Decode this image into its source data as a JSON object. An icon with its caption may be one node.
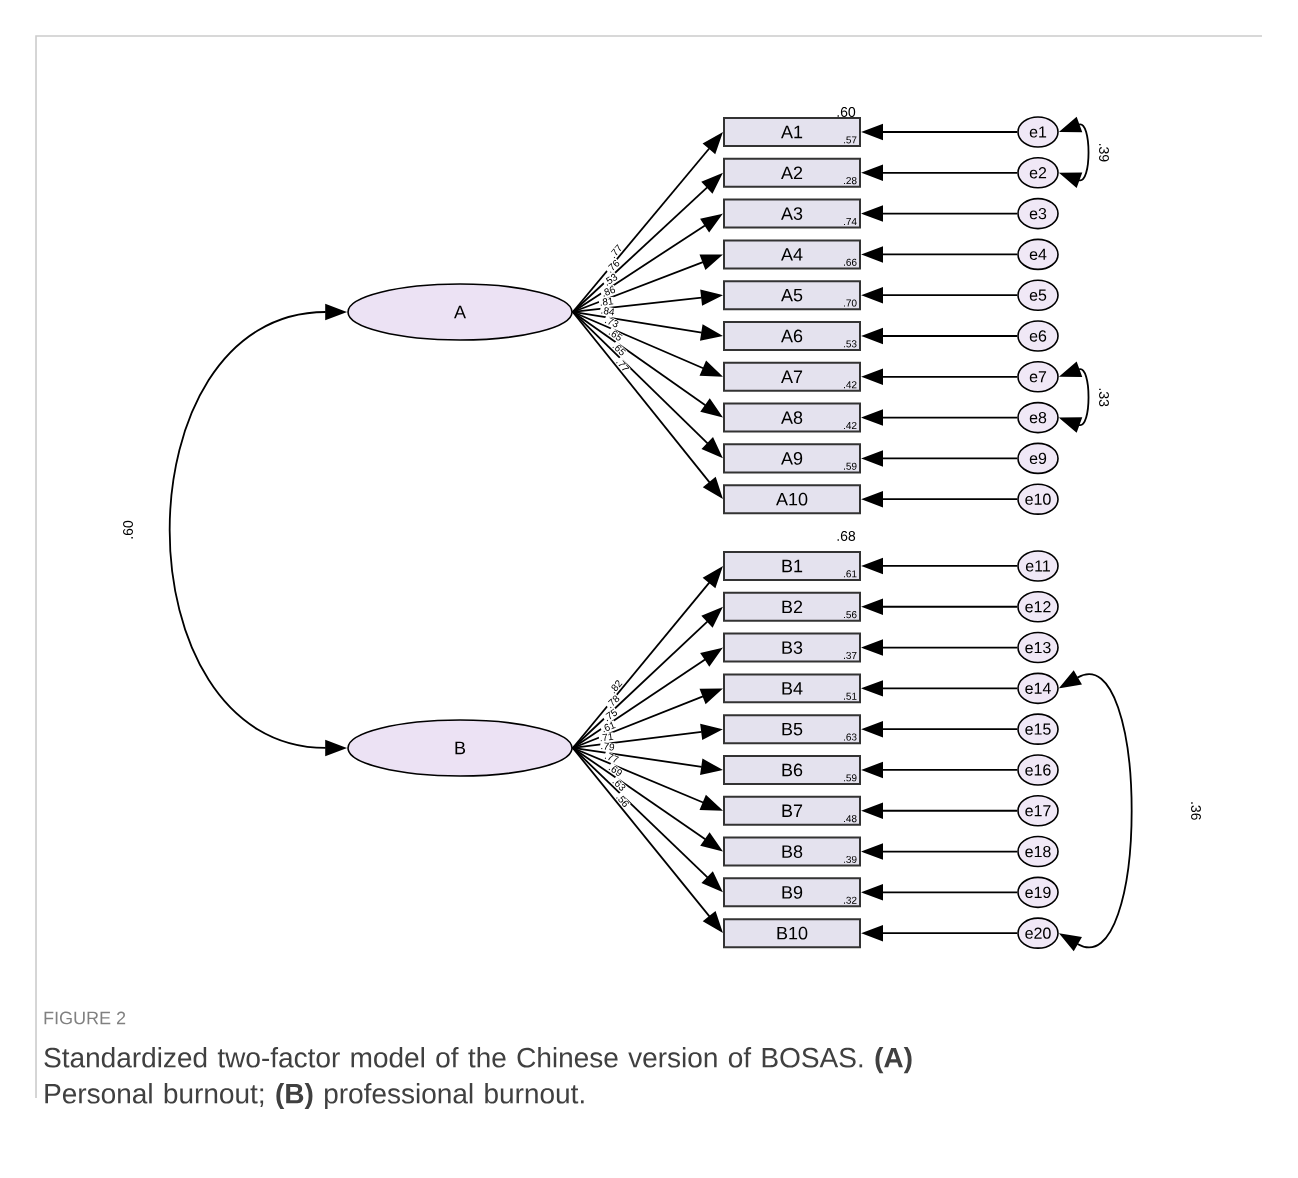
{
  "diagram": {
    "caption": "Standardized two-factor model of the Chinese version of BOSAS. **(A)** Personal burnout; **(B)** professional burnout.",
    "nodes": [
      {
        "text": [
          "A"
        ]
      },
      {
        "text": [
          "B"
        ]
      },
      {
        "text": [
          "A1",
          ".57"
        ]
      },
      {
        "text": [
          "A2",
          ".28"
        ]
      },
      {
        "text": [
          "A3",
          ".74"
        ]
      },
      {
        "text": [
          "A4",
          ".66"
        ]
      },
      {
        "text": [
          "A5",
          ".70"
        ]
      },
      {
        "text": [
          "A6",
          ".53"
        ]
      },
      {
        "text": [
          "A7",
          ".42"
        ]
      },
      {
        "text": [
          "A8",
          ".42"
        ]
      },
      {
        "text": [
          "A9",
          ".59"
        ]
      },
      {
        "text": [
          "A10"
        ]
      },
      {
        "text": [
          "B1",
          ".61"
        ]
      },
      {
        "text": [
          "B2",
          ".56"
        ]
      },
      {
        "text": [
          "B3",
          ".37"
        ]
      },
      {
        "text": [
          "B4",
          ".51"
        ]
      },
      {
        "text": [
          "B5",
          ".63"
        ]
      },
      {
        "text": [
          "B6",
          ".59"
        ]
      },
      {
        "text": [
          "B7",
          ".48"
        ]
      },
      {
        "text": [
          "B8",
          ".39"
        ]
      },
      {
        "text": [
          "B9",
          ".32"
        ]
      },
      {
        "text": [
          "B10"
        ]
      },
      {
        "text": [
          "e1"
        ]
      },
      {
        "text": [
          "e2"
        ]
      },
      {
        "text": [
          "e3"
        ]
      },
      {
        "text": [
          "e4"
        ]
      },
      {
        "text": [
          "e5"
        ]
      },
      {
        "text": [
          "e6"
        ]
      },
      {
        "text": [
          "e7"
        ]
      },
      {
        "text": [
          "e8"
        ]
      },
      {
        "text": [
          "e9"
        ]
      },
      {
        "text": [
          "e10"
        ]
      },
      {
        "text": [
          "e11"
        ]
      },
      {
        "text": [
          "e12"
        ]
      },
      {
        "text": [
          "e13"
        ]
      },
      {
        "text": [
          "e14"
        ]
      },
      {
        "text": [
          "e15"
        ]
      },
      {
        "text": [
          "e16"
        ]
      },
      {
        "text": [
          "e17"
        ]
      },
      {
        "text": [
          "e18"
        ]
      },
      {
        "text": [
          "e19"
        ]
      },
      {
        "text": [
          "e20"
        ]
      }
    ],
    "edges": [
      {
        "from": 0,
        "to": 2,
        "arrow": "to",
        "label": ".77"
      },
      {
        "from": 0,
        "to": 3,
        "arrow": "to",
        "label": ".76"
      },
      {
        "from": 0,
        "to": 4,
        "arrow": "to",
        "label": ".53"
      },
      {
        "from": 0,
        "to": 5,
        "arrow": "to",
        "label": ".86"
      },
      {
        "from": 0,
        "to": 6,
        "arrow": "to",
        "label": ".81"
      },
      {
        "from": 0,
        "to": 7,
        "arrow": "to",
        "label": ".84"
      },
      {
        "from": 0,
        "to": 8,
        "arrow": "to",
        "label": ".73"
      },
      {
        "from": 0,
        "to": 9,
        "arrow": "to",
        "label": ".65"
      },
      {
        "from": 0,
        "to": 10,
        "arrow": "to",
        "label": ".65"
      },
      {
        "from": 0,
        "to": 11,
        "arrow": "to",
        "label": ".77"
      },
      {
        "from": 1,
        "to": 12,
        "arrow": "to",
        "label": ".82"
      },
      {
        "from": 1,
        "to": 13,
        "arrow": "to",
        "label": ".78"
      },
      {
        "from": 1,
        "to": 14,
        "arrow": "to",
        "label": ".75"
      },
      {
        "from": 1,
        "to": 15,
        "arrow": "to",
        "label": ".61"
      },
      {
        "from": 1,
        "to": 16,
        "arrow": "to",
        "label": ".71"
      },
      {
        "from": 1,
        "to": 17,
        "arrow": "to",
        "label": ".79"
      },
      {
        "from": 1,
        "to": 18,
        "arrow": "to",
        "label": ".77"
      },
      {
        "from": 1,
        "to": 19,
        "arrow": "to",
        "label": ".69"
      },
      {
        "from": 1,
        "to": 20,
        "arrow": "to",
        "label": ".63"
      },
      {
        "from": 1,
        "to": 21,
        "arrow": "to",
        "label": ".56"
      },
      {
        "from": 22,
        "to": 2,
        "arrow": "to"
      },
      {
        "from": 23,
        "to": 3,
        "arrow": "to"
      },
      {
        "from": 24,
        "to": 4,
        "arrow": "to"
      },
      {
        "from": 25,
        "to": 5,
        "arrow": "to"
      },
      {
        "from": 26,
        "to": 6,
        "arrow": "to"
      },
      {
        "from": 27,
        "to": 7,
        "arrow": "to"
      },
      {
        "from": 28,
        "to": 8,
        "arrow": "to"
      },
      {
        "from": 29,
        "to": 9,
        "arrow": "to"
      },
      {
        "from": 30,
        "to": 10,
        "arrow": "to"
      },
      {
        "from": 31,
        "to": 11,
        "arrow": "to"
      },
      {
        "from": 32,
        "to": 12,
        "arrow": "to"
      },
      {
        "from": 33,
        "to": 13,
        "arrow": "to"
      },
      {
        "from": 34,
        "to": 14,
        "arrow": "to"
      },
      {
        "from": 35,
        "to": 15,
        "arrow": "to"
      },
      {
        "from": 36,
        "to": 16,
        "arrow": "to"
      },
      {
        "from": 37,
        "to": 17,
        "arrow": "to"
      },
      {
        "from": 38,
        "to": 18,
        "arrow": "to"
      },
      {
        "from": 39,
        "to": 19,
        "arrow": "to"
      },
      {
        "from": 40,
        "to": 20,
        "arrow": "to"
      },
      {
        "from": 41,
        "to": 21,
        "arrow": "to"
      },
      {
        "from": 0,
        "to": 1,
        "arrow": "both",
        "label": ".60"
      },
      {
        "from": 22,
        "to": 23,
        "arrow": "both",
        "label": ".39"
      },
      {
        "from": 28,
        "to": 29,
        "arrow": "both",
        "label": ".33"
      },
      {
        "from": 35,
        "to": 41,
        "arrow": "both",
        "label": ".36"
      }
    ],
    "labels": [
      ".60",
      ".68",
      "FIGURE 2"
    ]
  }
}
